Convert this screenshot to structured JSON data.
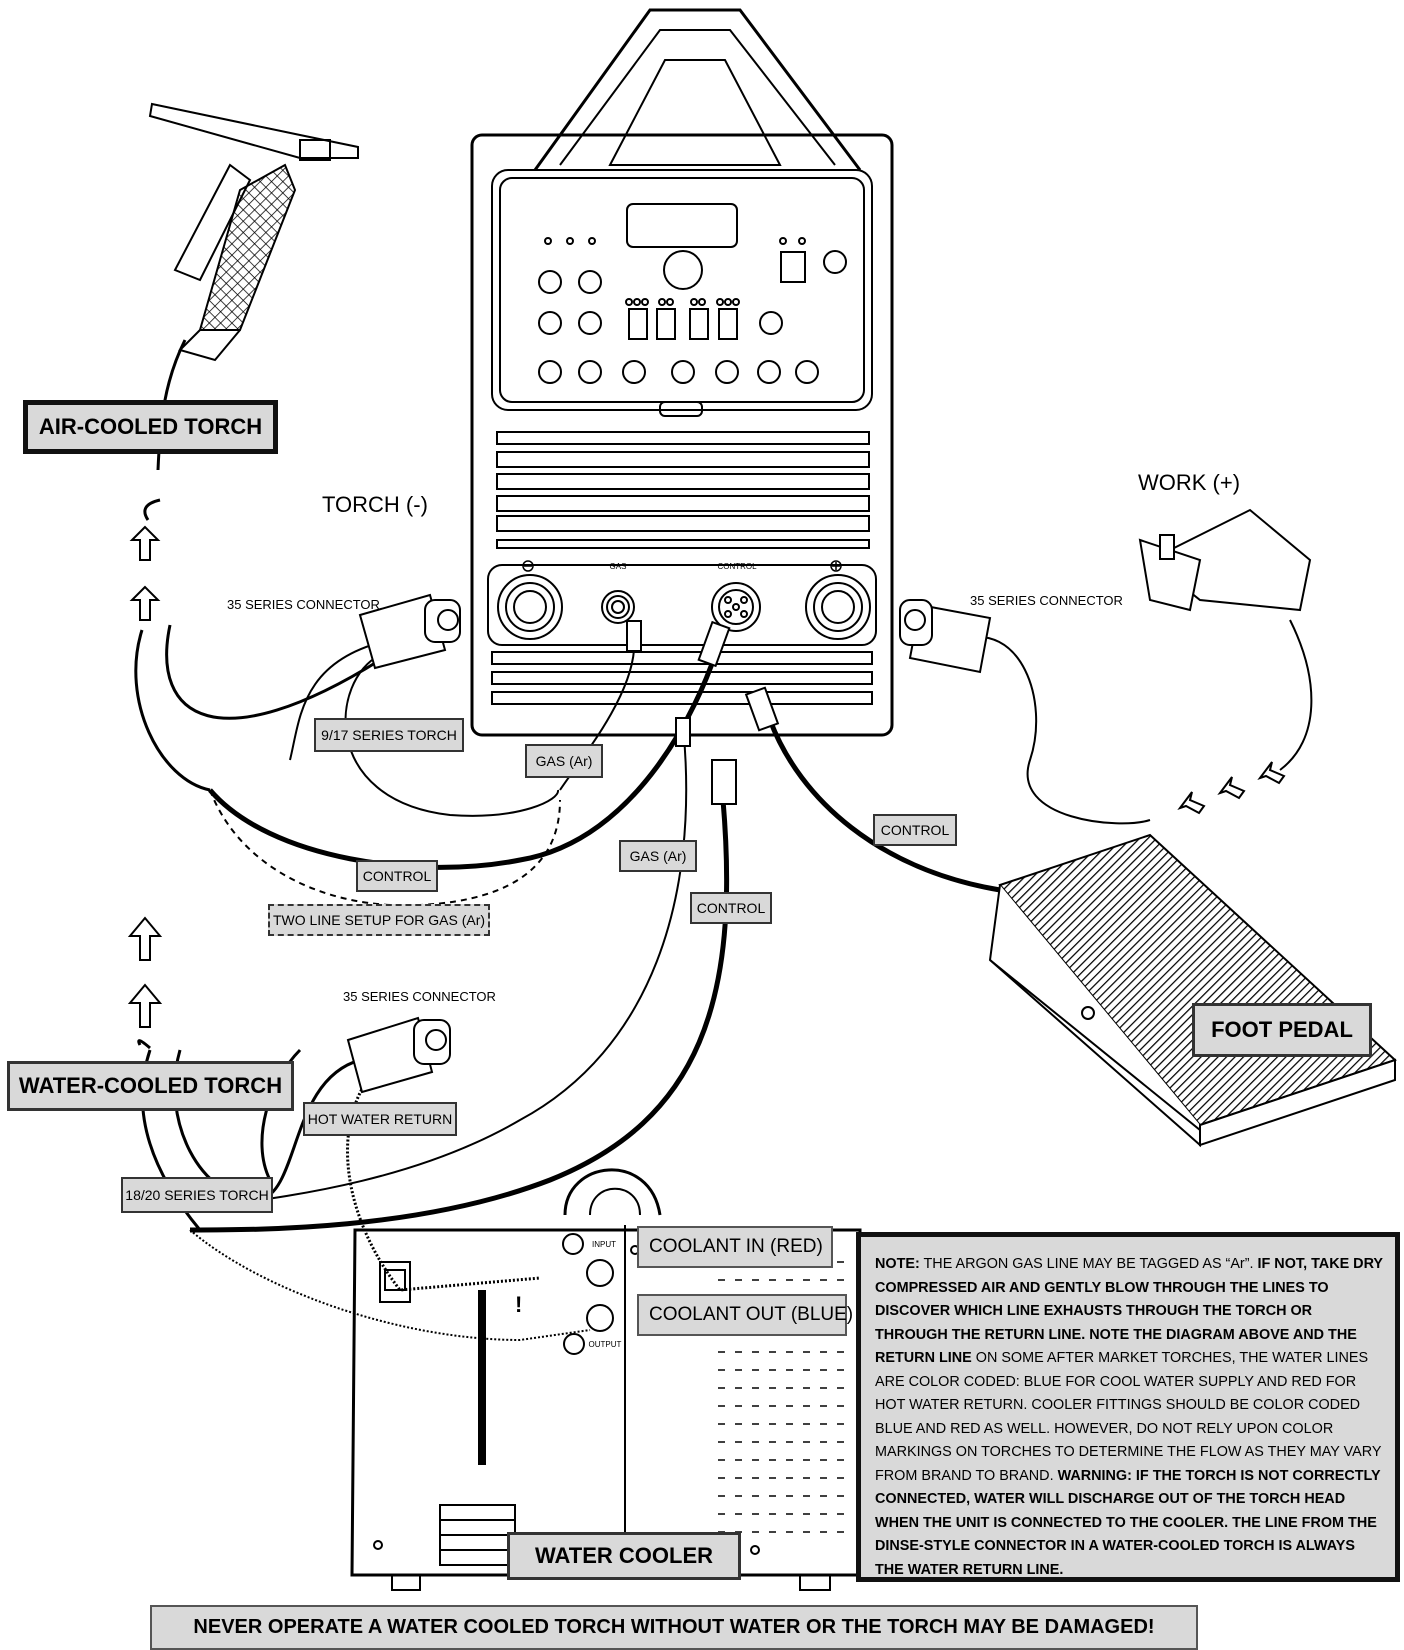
{
  "labels": {
    "air_cooled_torch": "AIR-COOLED TORCH",
    "torch_neg": "TORCH (-)",
    "work_pos": "WORK (+)",
    "connector_35_air": "35 SERIES CONNECTOR",
    "connector_35_work": "35 SERIES CONNECTOR",
    "connector_35_water": "35 SERIES CONNECTOR",
    "torch_9_17": "9/17 SERIES TORCH",
    "gas_ar_1": "GAS (Ar)",
    "gas_ar_2": "GAS (Ar)",
    "control_1": "CONTROL",
    "control_2": "CONTROL",
    "control_3": "CONTROL",
    "two_line_setup": "TWO LINE SETUP FOR GAS (Ar)",
    "water_cooled_torch": "WATER-COOLED TORCH",
    "hot_water_return": "HOT WATER RETURN",
    "torch_18_20": "18/20 SERIES TORCH",
    "foot_pedal": "FOOT PEDAL",
    "coolant_in": "COOLANT IN (RED)",
    "coolant_out": "COOLANT OUT (BLUE)",
    "water_cooler": "WATER COOLER",
    "cooler_input": "INPUT",
    "cooler_output": "OUTPUT",
    "panel_gas": "GAS",
    "panel_control": "CONTROL"
  },
  "note": {
    "p1_label": "NOTE:",
    "p1_text": " THE ARGON GAS LINE MAY BE TAGGED AS “Ar”. ",
    "p2_bold": "IF NOT, TAKE DRY COMPRESSED AIR AND GENTLY BLOW THROUGH THE LINES TO DISCOVER WHICH LINE EXHAUSTS THROUGH THE TORCH OR THROUGH THE RETURN LINE.  NOTE THE  DIAGRAM ABOVE AND THE  RETURN LINE ",
    "p3_text": " ON SOME AFTER MARKET TORCHES, THE WATER LINES ARE COLOR CODED: BLUE FOR COOL WATER SUPPLY AND RED FOR  HOT WATER RETURN. COOLER FITTINGS SHOULD BE COLOR CODED BLUE AND RED AS WELL.  HOWEVER, DO NOT RELY UPON COLOR MARKINGS ON TORCHES TO DETERMINE THE FLOW AS THEY MAY VARY FROM BRAND TO BRAND.  ",
    "p4_bold": " WARNING: IF THE TORCH IS NOT CORRECTLY CONNECTED, WATER WILL DISCHARGE OUT OF THE TORCH HEAD WHEN THE UNIT IS CONNECTED TO THE COOLER. THE LINE FROM THE DINSE-STYLE CONNECTOR IN A WATER-COOLED TORCH IS ALWAYS THE WATER RETURN LINE."
  },
  "warning": "NEVER OPERATE A WATER COOLED TORCH WITHOUT  WATER OR THE TORCH MAY BE DAMAGED!",
  "colors": {
    "tag_fill": "#d9d9d9",
    "line": "#000000"
  }
}
